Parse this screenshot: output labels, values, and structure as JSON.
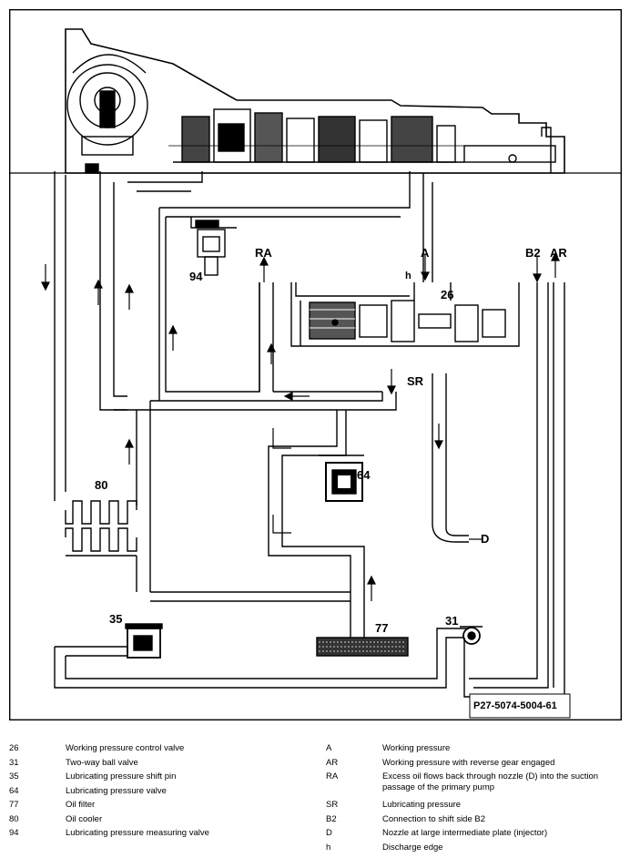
{
  "diagram": {
    "labels": {
      "ra": "RA",
      "a": "A",
      "b2": "B2",
      "ar": "AR",
      "h": "h",
      "sr": "SR",
      "d": "D",
      "n26": "26",
      "n94": "94",
      "n64": "64",
      "n80": "80",
      "n77": "77",
      "n35": "35",
      "n31": "31"
    },
    "figure_code": "P27-5074-5004-61"
  },
  "legend": {
    "left": [
      {
        "key": "26",
        "desc": "Working pressure control valve"
      },
      {
        "key": "31",
        "desc": "Two-way ball valve"
      },
      {
        "key": "35",
        "desc": "Lubricating pressure shift pin"
      },
      {
        "key": "64",
        "desc": "Lubricating pressure valve"
      },
      {
        "key": "77",
        "desc": "Oil filter"
      },
      {
        "key": "80",
        "desc": "Oil cooler"
      },
      {
        "key": "94",
        "desc": "Lubricating pressure measuring valve"
      }
    ],
    "right": [
      {
        "key": "A",
        "desc": "Working pressure"
      },
      {
        "key": "AR",
        "desc": "Working pressure with reverse gear engaged"
      },
      {
        "key": "RA",
        "desc": "Excess oil flows back through nozzle (D) into the suction passage of the primary pump"
      },
      {
        "key": "SR",
        "desc": "Lubricating pressure"
      },
      {
        "key": "B2",
        "desc": "Connection to shift side B2"
      },
      {
        "key": "D",
        "desc": "Nozzle at large intermediate plate (injector)"
      },
      {
        "key": "h",
        "desc": "Discharge edge"
      }
    ]
  }
}
